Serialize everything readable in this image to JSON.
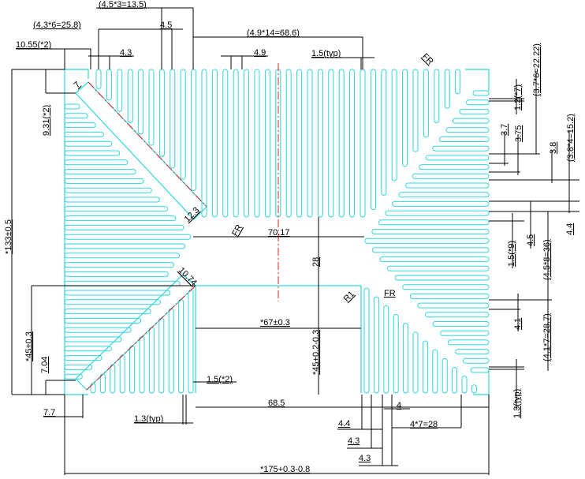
{
  "drawing": {
    "title": "Heatsink extrusion profile",
    "colors": {
      "profile": "#2fd6dc",
      "dimension": "#000000",
      "centerline": "#d62020"
    },
    "top_dims": {
      "pitch_3": "(4.5*3=13.5)",
      "pitch_6": "(4.3*6=25.8)",
      "pitch_45": "4.5",
      "pitch_14": "(4.9*14=68.6)",
      "corner": "10.55(*2)",
      "pitch_43": "4.3",
      "pitch_49": "4.9",
      "fin_thk": "1.5(typ)",
      "fr_top": "FR"
    },
    "right_upper_dims": {
      "d12": "1.2(*7)",
      "d37x6": "(3.7*6=22.22)",
      "d37": "3.7",
      "d375": "3.75",
      "d38": "3.8",
      "d38x4": "(3.8*4=15.2)"
    },
    "left_dims": {
      "d931": "9.31(*2)",
      "d7": "7",
      "height": "*133±0.5",
      "d45": "*45±0.3",
      "d704": "7.04",
      "d77": "7.7"
    },
    "center_dims": {
      "d123": "12.3",
      "fr_left": "FR",
      "d7017": "70.17",
      "d28": "28",
      "d1074": "10.74",
      "r1": "R1",
      "fr_right": "FR",
      "d67": "*67±0.3",
      "d45tol": "*45+0.2-0.3"
    },
    "right_lower_dims": {
      "d15x9": "1.5(*9)",
      "d45": "4.5",
      "d45x8": "(4.5*8=36)",
      "d44": "4.4",
      "d41": "4.1",
      "d41x7": "(4.1*7=28.7)",
      "d13typ": "1.3(typ)"
    },
    "bottom_dims": {
      "d15x2": "1.5(*2)",
      "d685": "68.5",
      "d13typ": "1.3(typ)",
      "d44": "4.4",
      "d4": "4",
      "d4x7": "4*7=28",
      "d43a": "4.3",
      "d43b": "4.3",
      "width": "*175+0.3-0.8"
    }
  }
}
